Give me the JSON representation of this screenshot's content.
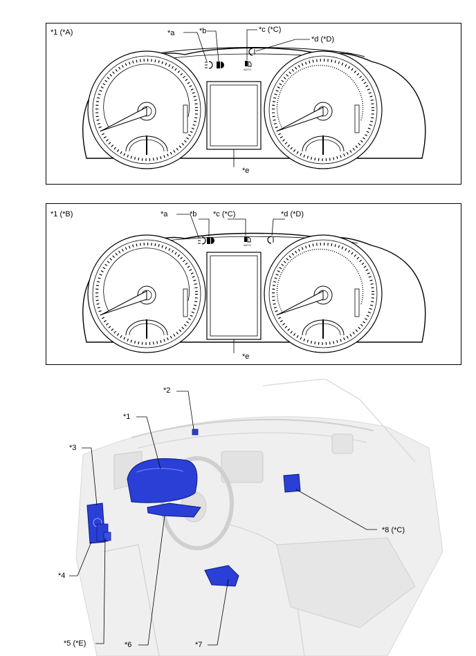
{
  "panelA": {
    "title": "*1 (*A)",
    "callouts": {
      "a": "*a",
      "b": "*b",
      "c": "*c (*C)",
      "d": "*d (*D)",
      "e": "*e"
    },
    "auto_text": "AUTO"
  },
  "panelB": {
    "title": "*1 (*B)",
    "callouts": {
      "a": "*a",
      "b": "*b",
      "c": "*c (*C)",
      "d": "*d (*D)",
      "e": "*e"
    },
    "auto_text": "AUTO"
  },
  "scene": {
    "callouts": {
      "c1": "*1",
      "c2": "*2",
      "c3": "*3",
      "c4": "*4",
      "c5": "*5 (*E)",
      "c6": "*6",
      "c7": "*7",
      "c8": "*8 (*C)"
    }
  },
  "colors": {
    "highlight": "#2a3fd6",
    "line": "#000000",
    "interior": "#ececec"
  }
}
